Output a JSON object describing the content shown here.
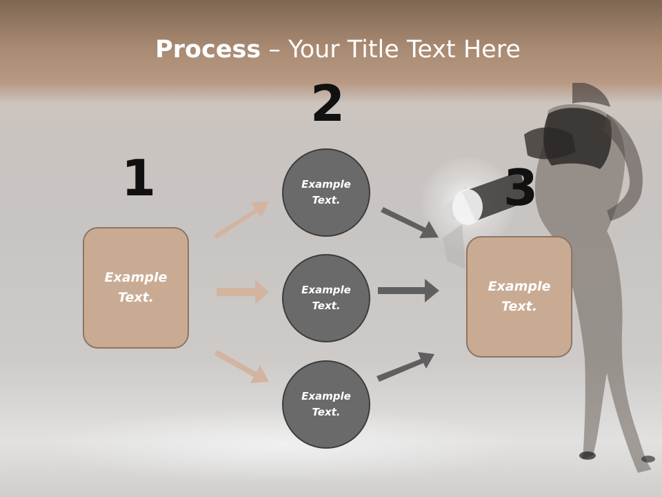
{
  "title": {
    "bold": "Process",
    "rest": " – Your Title Text Here"
  },
  "steps": {
    "one": "1",
    "two": "2",
    "three": "3"
  },
  "left_box": {
    "text": "Example Text."
  },
  "circles": [
    {
      "text": "Example Text."
    },
    {
      "text": "Example Text."
    },
    {
      "text": "Example Text."
    }
  ],
  "right_box": {
    "text": "Example Text."
  },
  "colors": {
    "box": "#c9ab94",
    "circle": "#6a6a6a",
    "arrow_left": "#d2b49f",
    "arrow_right": "#5f5f5f"
  }
}
